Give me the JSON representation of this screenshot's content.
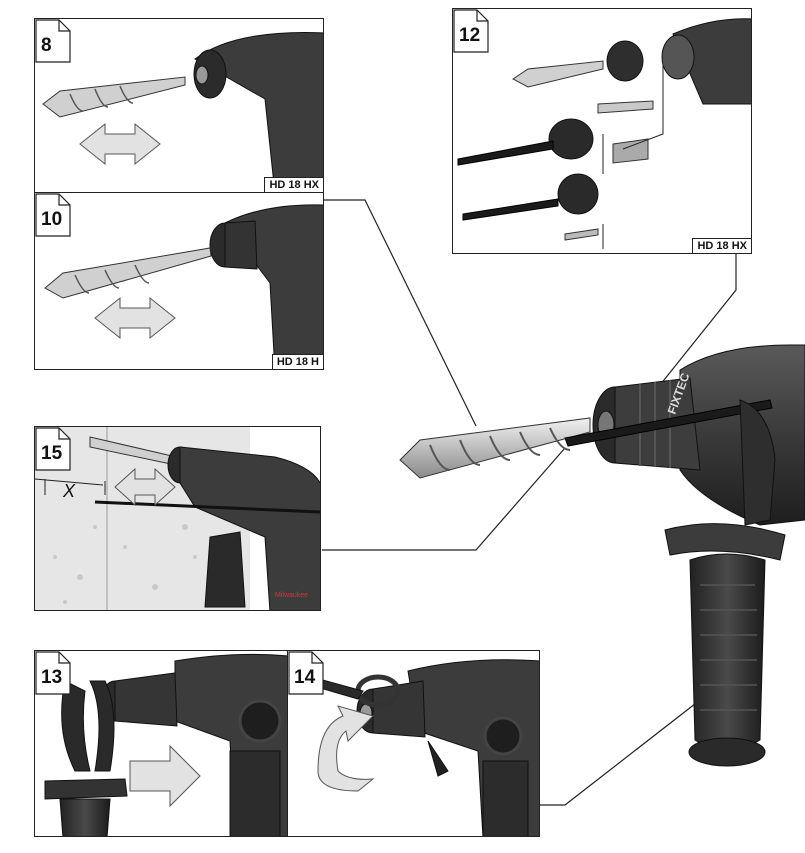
{
  "figures": [
    {
      "id": "8",
      "model": "HD 18 HX"
    },
    {
      "id": "10",
      "model": "HD 18 H"
    },
    {
      "id": "12",
      "model": "HD 18 HX"
    },
    {
      "id": "15",
      "model": "",
      "dimension": "X",
      "brand": "Milwaukee"
    },
    {
      "id": "13",
      "model": ""
    },
    {
      "id": "14",
      "model": ""
    }
  ],
  "main": {
    "chuck_marking": "FIXTEC"
  },
  "colors": {
    "tool_body": "#3a3a3a",
    "tool_dark": "#262626",
    "metal": "#c9c9c9",
    "wall": "#e6e6e6",
    "arrow": "#e2e2e2"
  }
}
